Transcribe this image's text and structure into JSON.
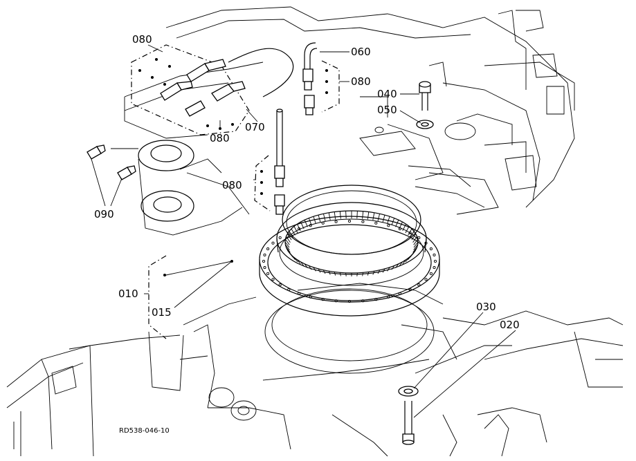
{
  "labels": {
    "p080a": "080",
    "p060": "060",
    "p080b": "080",
    "p040": "040",
    "p050": "050",
    "p070": "070",
    "p080c": "080",
    "p080d": "080",
    "p090": "090",
    "p010": "010",
    "p015": "015",
    "p030": "030",
    "p020": "020"
  },
  "drawing_code": "RD538-046-10"
}
